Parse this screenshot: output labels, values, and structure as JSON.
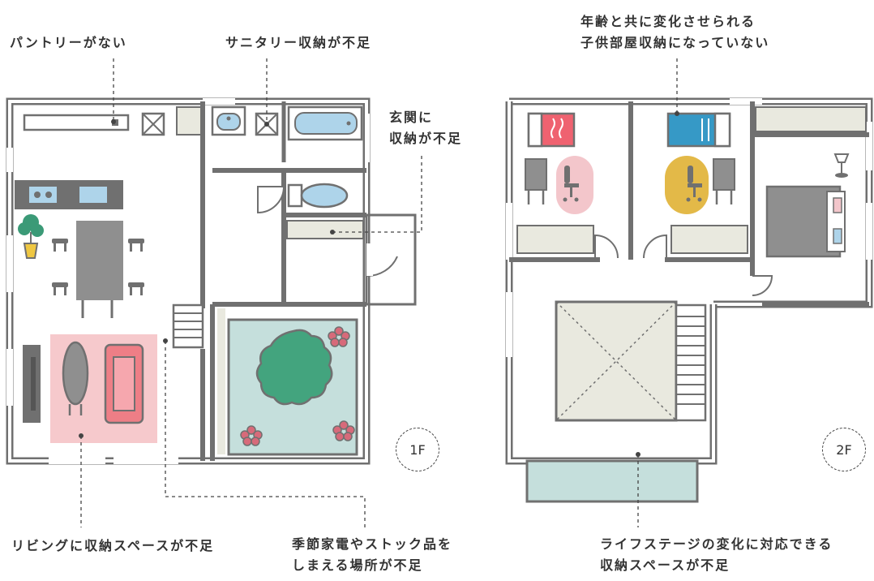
{
  "floors": {
    "first": {
      "badge": "1F"
    },
    "second": {
      "badge": "2F"
    }
  },
  "annotations": {
    "pantry": "パントリーがない",
    "sanitary": "サニタリー収納が不足",
    "entrance_line1": "玄関に",
    "entrance_line2": "収納が不足",
    "kids_line1": "年齢と共に変化させられる",
    "kids_line2": "子供部屋収納になっていない",
    "living": "リビングに収納スペースが不足",
    "seasonal_line1": "季節家電やストック品を",
    "seasonal_line2": "しまえる場所が不足",
    "lifestage_line1": "ライフステージの変化に対応できる",
    "lifestage_line2": "収納スペースが不足"
  },
  "colors": {
    "wall": "#707070",
    "storage": "#e9e9df",
    "rug": "#f6c9cc",
    "sofa": "#ee7e86",
    "table": "#8f8f8f",
    "courtyard": "#c5dfdc",
    "tree": "#43a47e",
    "flower": "#d76a7a",
    "sink": "#aed4ea",
    "bed_red": "#ef6270",
    "bed_blue": "#3699c6",
    "rug_pink": "#f3c6cb",
    "rug_yellow": "#e3b948",
    "plant": "#3b9a77",
    "pot": "#efc742",
    "chair": "#8f8f8f"
  }
}
